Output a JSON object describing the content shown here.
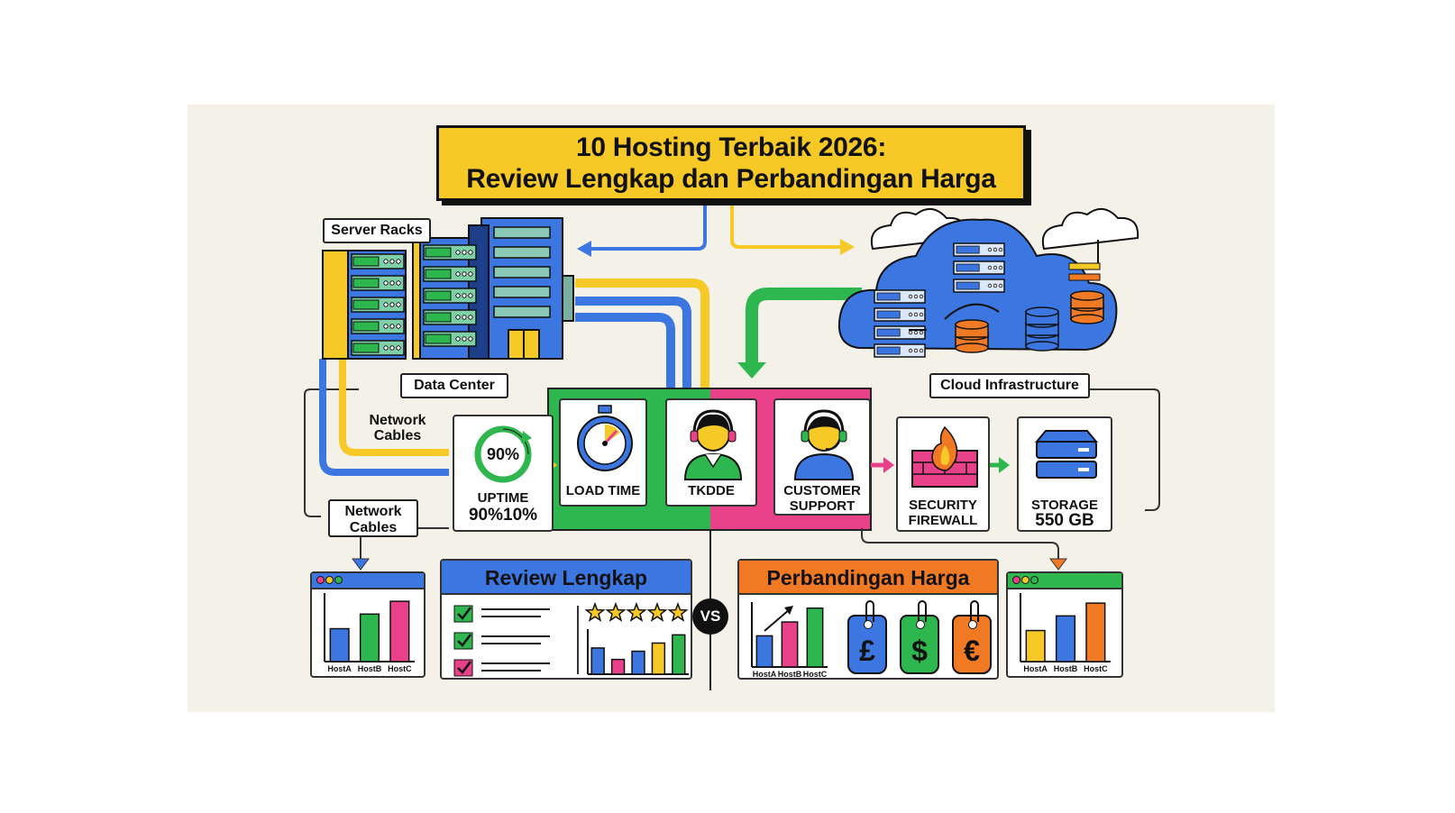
{
  "title": {
    "line1": "10 Hosting Terbaik 2026:",
    "line2": "Review Lengkap dan Perbandingan Harga"
  },
  "labels": {
    "server_racks": "Server Racks",
    "data_center": "Data Center",
    "cloud_infrastructure": "Cloud Infrastructure",
    "network_cables_top": "Network\nCables",
    "network_cables_bottom": "Network\nCables"
  },
  "cards": {
    "uptime": {
      "gauge": "90%",
      "label": "UPTIME",
      "value": "90%10%"
    },
    "load_time": {
      "label": "LOAD TIME"
    },
    "tkdde": {
      "label": "TKDDE"
    },
    "customer_support": {
      "label": "CUSTOMER\nSUPPORT"
    },
    "security_firewall": {
      "label": "SECURITY\nFIREWALL"
    },
    "storage": {
      "label": "STORAGE",
      "value": "550 GB"
    }
  },
  "panels": {
    "review": {
      "title": "Review Lengkap",
      "rating_stars": 5
    },
    "vs": "VS",
    "pricing": {
      "title": "Perbandingan Harga",
      "tags": [
        "£",
        "$",
        "€"
      ]
    }
  },
  "colors": {
    "yellow": "#f6c927",
    "blue": "#3b76e1",
    "green": "#2fb74f",
    "pink": "#e8418a",
    "orange": "#f07a24",
    "background": "#f3f1e8"
  },
  "chart_data": [
    {
      "type": "bar",
      "name": "left-mini-chart",
      "categories": [
        "HostA",
        "HostB",
        "HostC"
      ],
      "values": [
        36,
        52,
        66
      ],
      "colors": [
        "#3b76e1",
        "#2fb74f",
        "#e8418a"
      ],
      "ylim": [
        0,
        75
      ]
    },
    {
      "type": "bar",
      "name": "review-chart",
      "categories": [],
      "values": [
        32,
        18,
        28,
        38,
        48
      ],
      "colors": [
        "#3b76e1",
        "#e8418a",
        "#3b76e1",
        "#f6c927",
        "#2fb74f"
      ],
      "ylim": [
        0,
        55
      ]
    },
    {
      "type": "bar",
      "name": "pricing-chart",
      "categories": [
        "HostA",
        "HostB",
        "HostC"
      ],
      "values": [
        36,
        52,
        68
      ],
      "colors": [
        "#3b76e1",
        "#e8418a",
        "#2fb74f"
      ],
      "ylim": [
        0,
        75
      ]
    },
    {
      "type": "bar",
      "name": "right-mini-chart",
      "categories": [
        "HostA",
        "HostB",
        "HostC"
      ],
      "values": [
        34,
        50,
        64
      ],
      "colors": [
        "#f6c927",
        "#3b76e1",
        "#f07a24"
      ],
      "ylim": [
        0,
        75
      ]
    }
  ]
}
